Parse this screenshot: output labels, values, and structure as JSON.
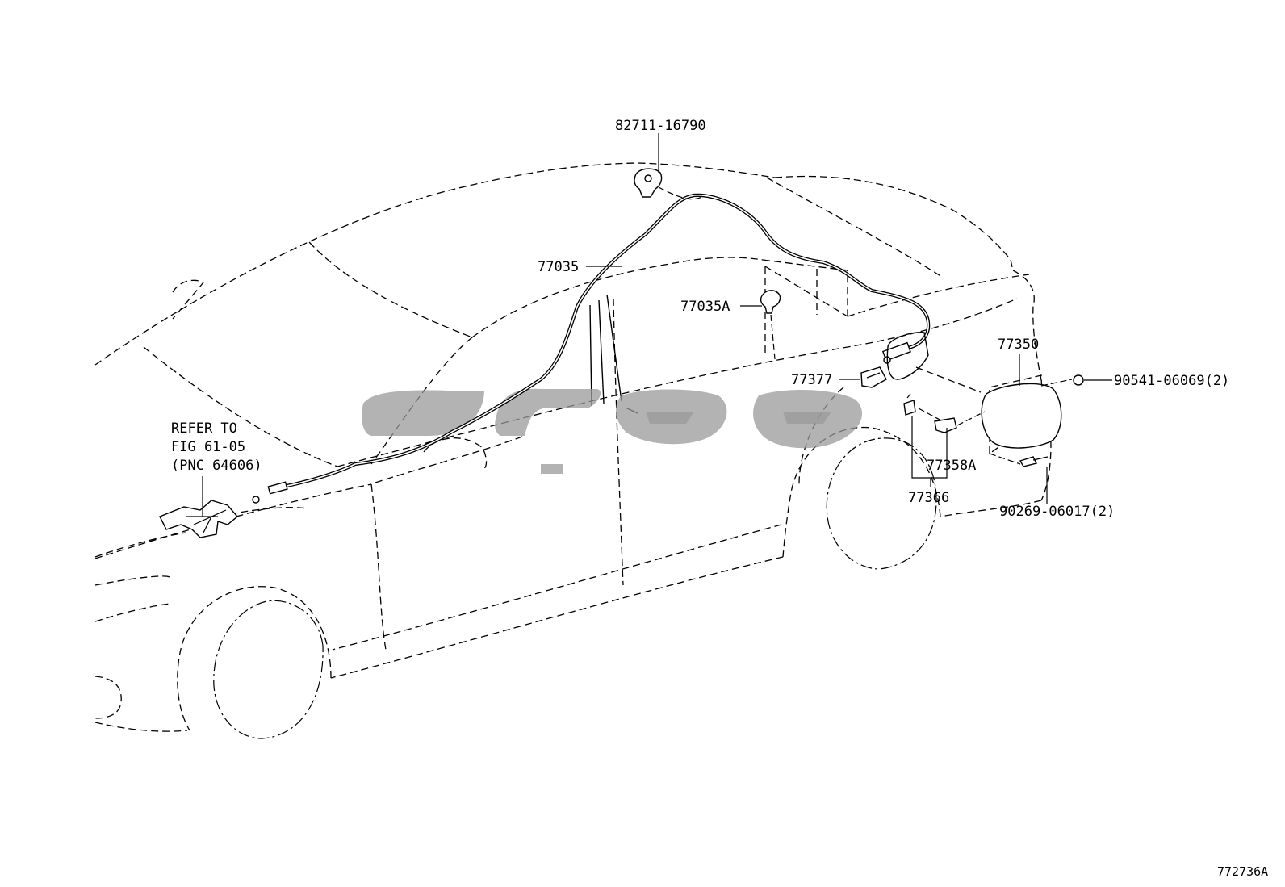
{
  "figure_id": "772736A",
  "watermark_text": "",
  "note": {
    "lines": [
      "REFER TO",
      "FIG 61-05",
      "(PNC 64606)"
    ]
  },
  "labels": {
    "p82711": "82711-16790",
    "p77035": "77035",
    "p77035A": "77035A",
    "p77377": "77377",
    "p77350": "77350",
    "p90541": "90541-06069(2)",
    "p77358A": "77358A",
    "p77366": "77366",
    "p90269": "90269-06017(2)"
  },
  "colors": {
    "line": "#000000",
    "watermark": "#9a9a9a",
    "background": "#ffffff"
  }
}
